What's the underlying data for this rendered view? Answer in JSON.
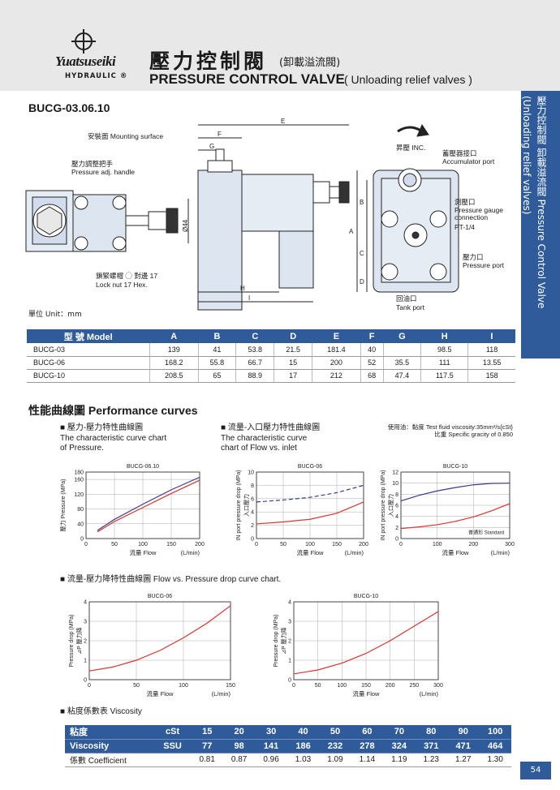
{
  "header": {
    "brand": "Yuatsuseiki",
    "sub_brand": "HYDRAULIC ®",
    "title_cn": "壓力控制閥",
    "title_cn_sub": "(卸載溢流閥)",
    "title_en": "PRESSURE CONTROL VALVE",
    "title_en_sub": "( Unloading relief valves )"
  },
  "side_tab": "壓力控制閥 卸載溢流閥 Pressure Control Valve (Unloading relief valves)",
  "model": "BUCG-03.06.10",
  "drawing_labels": {
    "mounting": "安裝面 Mounting surface",
    "handle_cn": "壓力調整把手",
    "handle_en": "Pressure adj. handle",
    "locknut_cn": "鎖緊螺帽 ◯ 對邊 17",
    "locknut_en": "Lock nut 17 Hex.",
    "dia": "Ø44",
    "E": "E",
    "F": "F",
    "G": "G",
    "H": "H",
    "I": "I",
    "A": "A",
    "B": "B",
    "C": "C",
    "D": "D",
    "inc": "昇壓 INC.",
    "acc_cn": "蓄壓器接口",
    "acc_en": "Accumulator port",
    "gauge_cn": "測壓口",
    "gauge_en1": "Pressure gauge",
    "gauge_en2": "connection",
    "pt": "PT-1/4",
    "pport_cn": "壓力口",
    "pport_en": "Pressure port",
    "tank_cn": "回油口",
    "tank_en": "Tank port"
  },
  "units": "單位 Unit：mm",
  "dim_table": {
    "headers": [
      "型 號 Model",
      "A",
      "B",
      "C",
      "D",
      "E",
      "F",
      "G",
      "H",
      "I"
    ],
    "rows": [
      [
        "BUCG-03",
        "139",
        "41",
        "53.8",
        "21.5",
        "181.4",
        "40",
        "",
        "98.5",
        "118"
      ],
      [
        "BUCG-06",
        "168.2",
        "55.8",
        "66.7",
        "15",
        "200",
        "52",
        "35.5",
        "111",
        "13.55"
      ],
      [
        "BUCG-10",
        "208.5",
        "65",
        "88.9",
        "17",
        "212",
        "68",
        "47.4",
        "117.5",
        "158"
      ]
    ]
  },
  "perf_title": "性能曲線圖  Performance curves",
  "sections": {
    "s1": [
      "■ 壓力-壓力特性曲線圖",
      "The characteristic curve chart",
      "of Pressure."
    ],
    "s2": [
      "■ 流量-入口壓力特性曲線圖",
      "The characteristic curve",
      "chart of Flow vs. inlet"
    ],
    "fluid1": "使用油：黏度 Test fluid viscosity:35mm²/s{cSt}",
    "fluid2": "比重 Specific gracity of 0.850",
    "s3": "■ 流量-壓力降特性曲線圖 Flow vs. Pressure drop curve chart.",
    "s4": "■ 粘度係數表 Viscosity"
  },
  "chart_data": [
    {
      "type": "line",
      "title": "BUCG-06.10",
      "xlabel": "流量  Flow",
      "xunit": "(L/min)",
      "ylabel": "壓力  Pressure (MPa)",
      "xlim": [
        0,
        200
      ],
      "ylim": [
        0,
        180
      ],
      "xticks": [
        0,
        50,
        100,
        150,
        200
      ],
      "yticks": [
        0,
        40,
        80,
        120,
        160,
        180
      ],
      "series": [
        {
          "color": "#3a3a8c",
          "dashed": false,
          "x": [
            20,
            50,
            100,
            150,
            200
          ],
          "y": [
            22,
            52,
            93,
            132,
            166
          ]
        },
        {
          "color": "#e03030",
          "dashed": false,
          "x": [
            20,
            50,
            100,
            150,
            200
          ],
          "y": [
            18,
            46,
            84,
            122,
            158
          ]
        }
      ]
    },
    {
      "type": "line",
      "title": "BUCG-06",
      "xlabel": "流量  Flow",
      "xunit": "(L/min)",
      "ylabel": "IN port pressure drop (MPa)",
      "ylabel_cn": "入口壓力",
      "xlim": [
        0,
        200
      ],
      "ylim": [
        0,
        10
      ],
      "xticks": [
        0,
        50,
        100,
        150,
        200
      ],
      "yticks": [
        0,
        2,
        4,
        6,
        8,
        10
      ],
      "series": [
        {
          "color": "#3a3a8c",
          "dashed": true,
          "x": [
            0,
            50,
            100,
            150,
            200
          ],
          "y": [
            5.5,
            5.8,
            6.2,
            6.9,
            8.0
          ]
        },
        {
          "color": "#e03030",
          "dashed": false,
          "x": [
            0,
            50,
            100,
            150,
            200
          ],
          "y": [
            2.2,
            2.5,
            2.9,
            3.8,
            5.5
          ]
        }
      ]
    },
    {
      "type": "line",
      "title": "BUCG-10",
      "xlabel": "流量  Flow",
      "xunit": "(L/min)",
      "ylabel": "IN port pressure drop (MPa)",
      "ylabel_cn": "入口壓力",
      "xlim": [
        0,
        300
      ],
      "ylim": [
        0,
        12
      ],
      "xticks": [
        0,
        100,
        200,
        300
      ],
      "yticks": [
        0,
        2,
        4,
        6,
        8,
        10,
        12
      ],
      "annotation": "普通形 Standard",
      "series": [
        {
          "color": "#3a3a8c",
          "dashed": false,
          "x": [
            0,
            50,
            100,
            150,
            200,
            250,
            300
          ],
          "y": [
            6.8,
            7.8,
            8.6,
            9.2,
            9.7,
            9.95,
            10.0
          ]
        },
        {
          "color": "#e03030",
          "dashed": false,
          "x": [
            0,
            50,
            100,
            150,
            200,
            250,
            300
          ],
          "y": [
            1.8,
            2.1,
            2.5,
            3.1,
            3.9,
            5.0,
            6.3
          ]
        }
      ]
    },
    {
      "type": "line",
      "title": "BUCG-06",
      "xlabel": "流量  Flow",
      "xunit": "(L/min)",
      "ylabel": "Pressure drop (MPa)",
      "ylabel_cn": "⊿P 壓力降",
      "xlim": [
        0,
        150
      ],
      "ylim": [
        0,
        4
      ],
      "xticks": [
        0,
        50,
        100,
        150
      ],
      "yticks": [
        0,
        1,
        2,
        3,
        4
      ],
      "series": [
        {
          "color": "#e03030",
          "dashed": false,
          "x": [
            0,
            25,
            50,
            75,
            100,
            125,
            150
          ],
          "y": [
            0.45,
            0.65,
            1.0,
            1.5,
            2.15,
            2.9,
            3.8
          ]
        }
      ]
    },
    {
      "type": "line",
      "title": "BUCG-10",
      "xlabel": "流量  Flow",
      "xunit": "(L/min)",
      "ylabel": "Pressure drop (MPa)",
      "ylabel_cn": "⊿P 壓力降",
      "xlim": [
        0,
        300
      ],
      "ylim": [
        0,
        4
      ],
      "xticks": [
        0,
        50,
        100,
        150,
        200,
        250,
        300
      ],
      "yticks": [
        0,
        1,
        2,
        3,
        4
      ],
      "series": [
        {
          "color": "#e03030",
          "dashed": false,
          "x": [
            0,
            50,
            100,
            150,
            200,
            250,
            300
          ],
          "y": [
            0.3,
            0.5,
            0.85,
            1.35,
            2.0,
            2.75,
            3.5
          ]
        }
      ]
    }
  ],
  "viscosity": {
    "row1_label": "粘度",
    "row1_unit": "cSt",
    "row2_label": "Viscosity",
    "row2_unit": "SSU",
    "row3_label": "係數 Coefficient",
    "cst": [
      "15",
      "20",
      "30",
      "40",
      "50",
      "60",
      "70",
      "80",
      "90",
      "100"
    ],
    "ssu": [
      "77",
      "98",
      "141",
      "186",
      "232",
      "278",
      "324",
      "371",
      "471",
      "464"
    ],
    "coef": [
      "0.81",
      "0.87",
      "0.96",
      "1.03",
      "1.09",
      "1.14",
      "1.19",
      "1.23",
      "1.27",
      "1.30"
    ]
  },
  "page_number": "54"
}
